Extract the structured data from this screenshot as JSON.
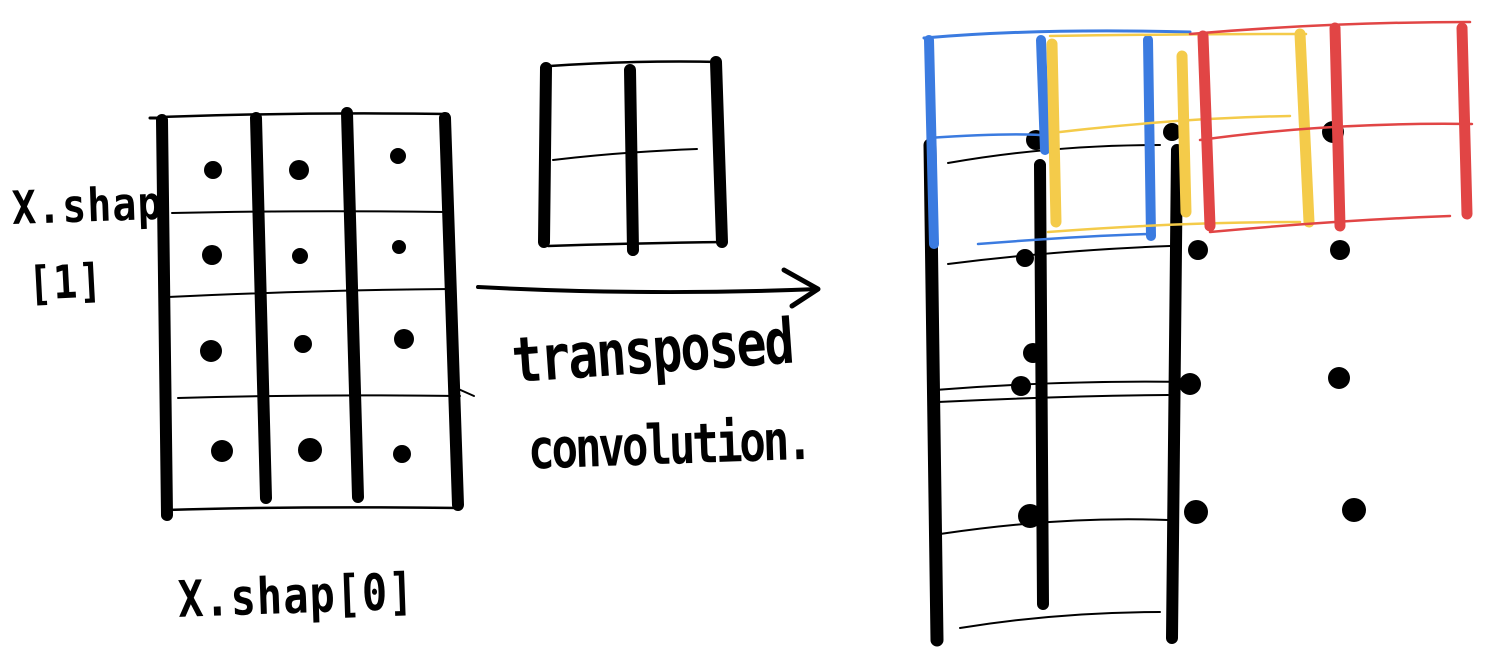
{
  "labels": {
    "input_shape1_line1": "X.shap",
    "input_shape1_line2": "[1]",
    "input_shape0": "X.shap[0]",
    "operation_line1": "transposed",
    "operation_line2": "convolution."
  },
  "input_grid": {
    "columns": 3,
    "rows": 4
  },
  "kernel_grid": {
    "columns": 2,
    "rows": 2
  },
  "output_grid": {
    "columns": 4,
    "rows": 6
  },
  "highlight_windows": [
    {
      "color_name": "blue",
      "color": "#3b7be0"
    },
    {
      "color_name": "yellow",
      "color": "#f4cb4a"
    },
    {
      "color_name": "red",
      "color": "#e14545"
    }
  ],
  "ink_color": "#000000"
}
